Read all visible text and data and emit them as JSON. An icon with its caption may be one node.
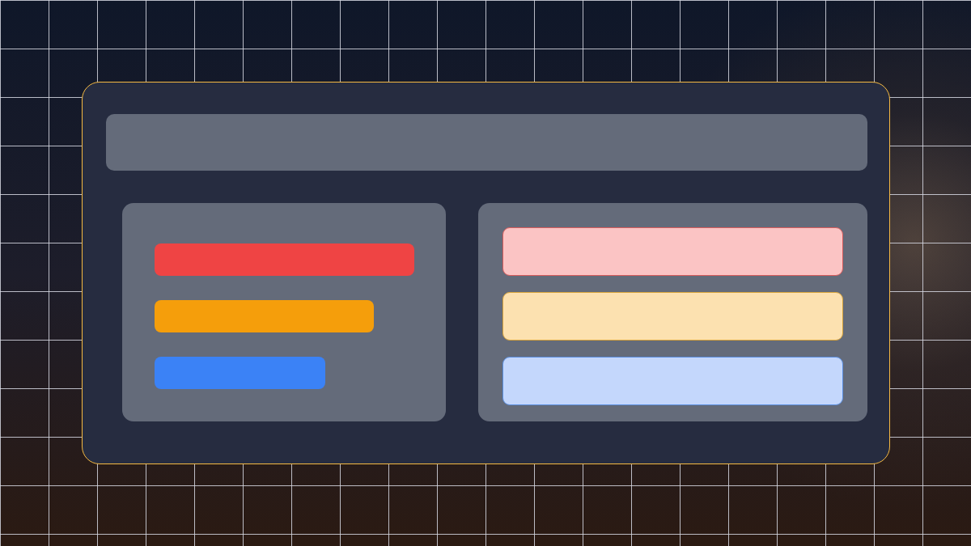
{
  "diagram": {
    "nodes": [
      {
        "text": [],
        "shape": "box"
      },
      {
        "text": [],
        "shape": "bar",
        "in": 0
      },
      {
        "text": [],
        "shape": "box",
        "in": 0
      },
      {
        "text": [],
        "shape": "bar",
        "in": 2
      },
      {
        "text": [],
        "shape": "bar",
        "in": 2
      },
      {
        "text": [],
        "shape": "bar",
        "in": 2
      },
      {
        "text": [],
        "shape": "box",
        "in": 0
      },
      {
        "text": [],
        "shape": "box",
        "in": 6
      },
      {
        "text": [],
        "shape": "box",
        "in": 6
      },
      {
        "text": [],
        "shape": "box",
        "in": 6
      }
    ]
  }
}
